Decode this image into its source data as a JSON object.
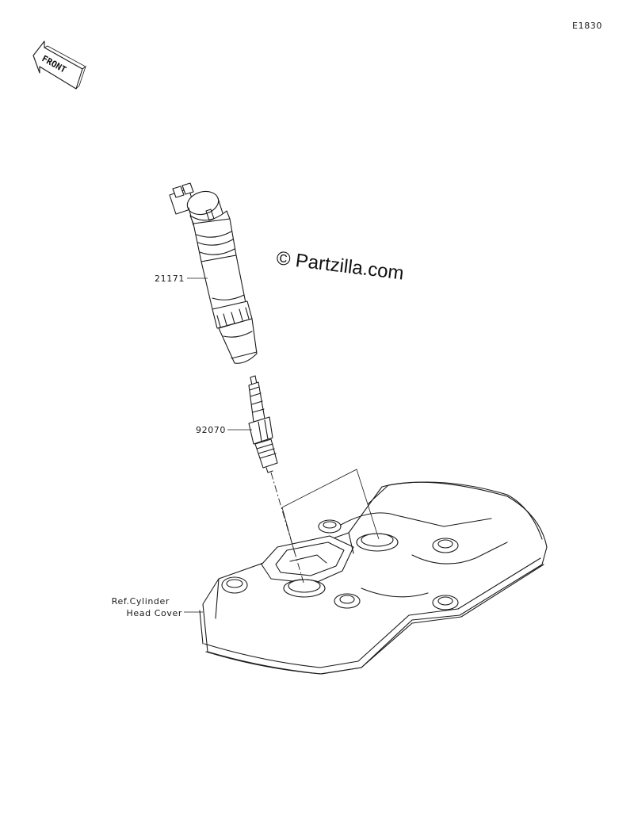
{
  "diagram_code": "E1830",
  "front_label": "FRONT",
  "watermark": "© Partzilla.com",
  "parts": [
    {
      "number": "21171",
      "part": "ignition-coil"
    },
    {
      "number": "92070",
      "part": "spark-plug"
    }
  ],
  "reference": {
    "line1": "Ref.Cylinder",
    "line2": "Head Cover"
  }
}
